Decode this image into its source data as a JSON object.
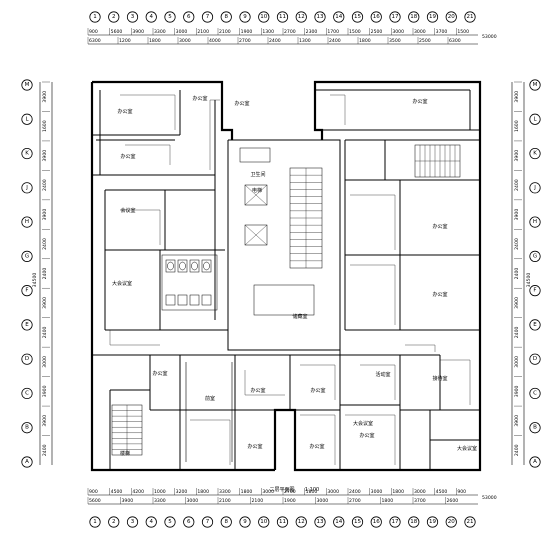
{
  "axes": {
    "top": [
      "1",
      "2",
      "3",
      "4",
      "5",
      "6",
      "7",
      "8",
      "9",
      "10",
      "11",
      "12",
      "13",
      "14",
      "15",
      "16",
      "17",
      "18",
      "19",
      "20",
      "21"
    ],
    "bottom": [
      "1",
      "2",
      "3",
      "4",
      "5",
      "6",
      "7",
      "8",
      "9",
      "10",
      "11",
      "12",
      "13",
      "14",
      "15",
      "16",
      "17",
      "18",
      "19",
      "20",
      "21"
    ],
    "left": [
      "A",
      "B",
      "C",
      "D",
      "E",
      "F",
      "G",
      "H",
      "J",
      "K",
      "L",
      "M"
    ],
    "right": [
      "A",
      "B",
      "C",
      "D",
      "E",
      "F",
      "G",
      "H",
      "J",
      "K",
      "L",
      "M"
    ]
  },
  "dimensions": {
    "top_row1": [
      "900",
      "5600",
      "3900",
      "3300",
      "3000",
      "2100",
      "2100",
      "1900",
      "1300",
      "2700",
      "2300",
      "1700",
      "1500",
      "2500",
      "3000",
      "3000",
      "3700",
      "1500"
    ],
    "top_row2": [
      "6300",
      "1200",
      "1800",
      "3000",
      "4000",
      "2700",
      "2400",
      "1300",
      "2400",
      "1800",
      "3500",
      "2500",
      "6300"
    ],
    "top_total": "53000",
    "bottom_row1": [
      "900",
      "4500",
      "4200",
      "1000",
      "3200",
      "1800",
      "3300",
      "1800",
      "3000",
      "2700",
      "1800",
      "3000",
      "2400",
      "3000",
      "1800",
      "3000",
      "4500",
      "900"
    ],
    "bottom_row2": [
      "5600",
      "3900",
      "3300",
      "3000",
      "2100",
      "2100",
      "1900",
      "3000",
      "2700",
      "1800",
      "3700",
      "2600"
    ],
    "bottom_total": "53000",
    "left_col": [
      "3900",
      "1600",
      "3900",
      "2400",
      "3900",
      "2400",
      "2400",
      "3900",
      "2400",
      "3000",
      "3900",
      "3900",
      "2400"
    ],
    "left_total": "34500",
    "right_col": [
      "3900",
      "1600",
      "3900",
      "2400",
      "3900",
      "2400",
      "2400",
      "3900",
      "2400",
      "3000",
      "3900",
      "3900",
      "2400"
    ],
    "right_total": "34500"
  },
  "rooms": [
    "办公室",
    "办公室",
    "会议室",
    "办公室",
    "大会议室",
    "办公室",
    "办公室",
    "办公室",
    "办公室",
    "办公室",
    "办公室",
    "办公室",
    "办公室",
    "大会议室",
    "活动室",
    "办公室",
    "大会议室",
    "接待室",
    "储藏室",
    "卫生间",
    "办公室",
    "楼梯",
    "电梯",
    "前室"
  ],
  "title": "二层平面图",
  "scale": "1:100"
}
